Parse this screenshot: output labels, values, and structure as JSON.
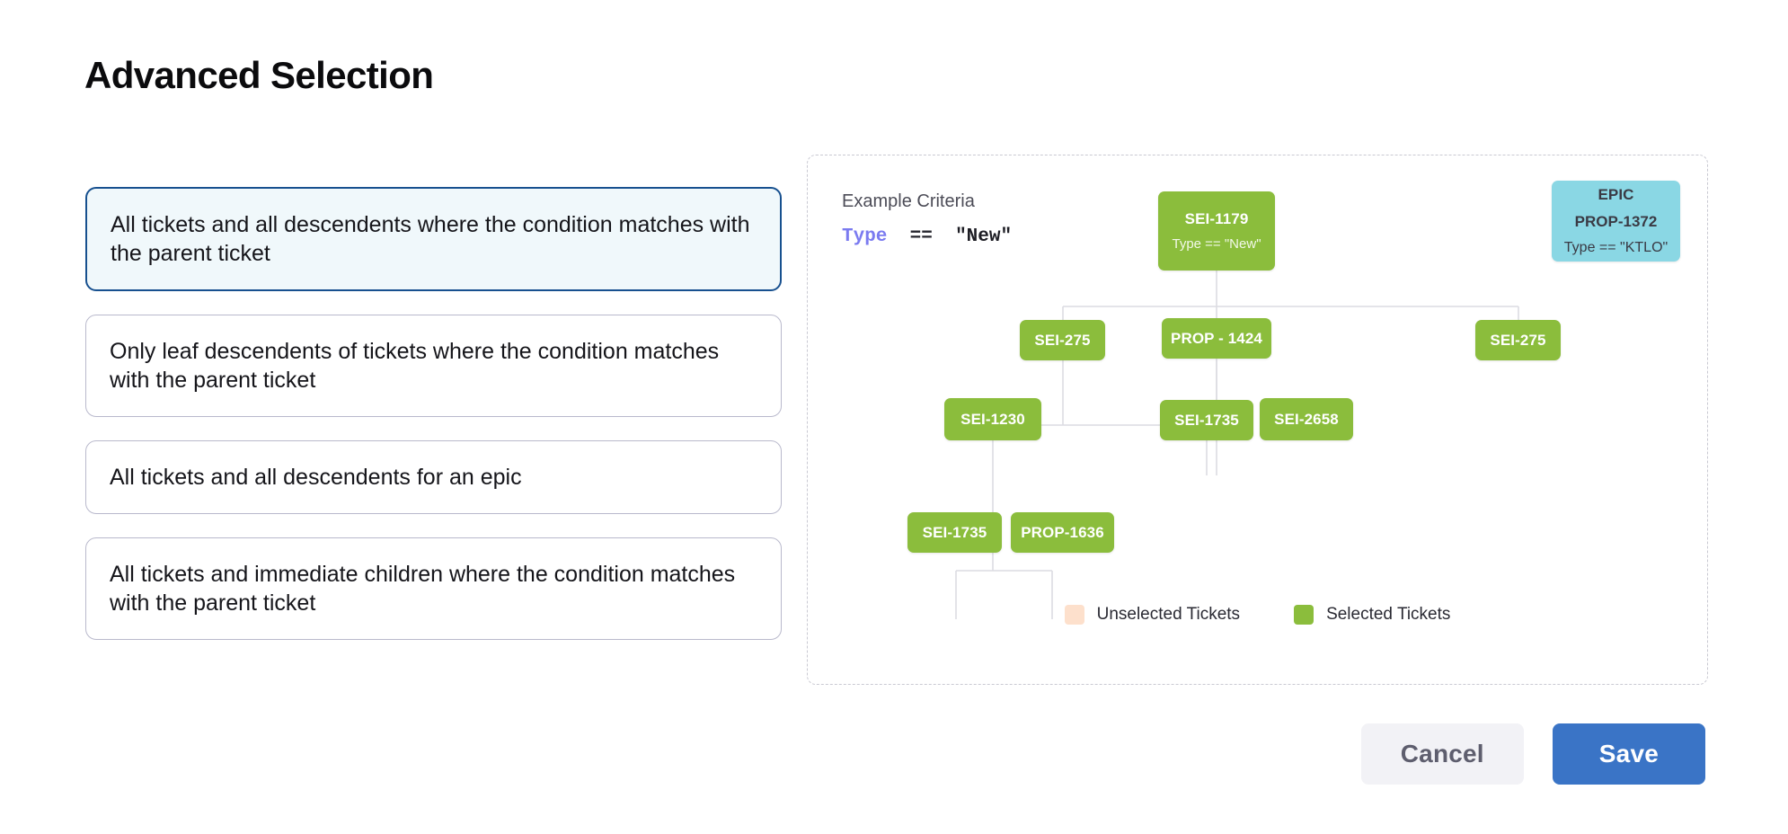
{
  "page": {
    "title": "Advanced Selection"
  },
  "options": [
    {
      "label": "All tickets and all descendents where the condition matches with the parent ticket",
      "selected": true
    },
    {
      "label": "Only leaf descendents of tickets where the condition matches with the parent ticket",
      "selected": false
    },
    {
      "label": "All tickets and all descendents for an epic",
      "selected": false
    },
    {
      "label": "All tickets and immediate children where the condition matches with the parent ticket",
      "selected": false
    }
  ],
  "diagram": {
    "criteria_title": "Example Criteria",
    "criteria_field": "Type",
    "criteria_operator": "==",
    "criteria_value": "\"New\"",
    "nodes": {
      "root": {
        "id": "SEI-1179",
        "sub": "Type == \"New\""
      },
      "epic": {
        "kind": "EPIC",
        "id": "PROP-1372",
        "sub": "Type == \"KTLO\""
      },
      "child1": {
        "id": "SEI-275"
      },
      "child2": {
        "id": "PROP - 1424"
      },
      "child3": {
        "id": "SEI-275"
      },
      "gchild1": {
        "id": "SEI-1230"
      },
      "gchild2": {
        "id": "SEI-1735"
      },
      "gchild3": {
        "id": "SEI-2658"
      },
      "ggchild1": {
        "id": "SEI-1735"
      },
      "ggchild2": {
        "id": "PROP-1636"
      }
    },
    "legend": [
      {
        "label": "Unselected Tickets",
        "color": "#fde0cc"
      },
      {
        "label": "Selected Tickets",
        "color": "#8bbd3c"
      }
    ]
  },
  "footer": {
    "cancel_label": "Cancel",
    "save_label": "Save"
  },
  "colors": {
    "selected_node": "#8bbd3c",
    "epic_node": "#8ad7e4",
    "unselected_node": "#fde0cc",
    "accent_blue": "#3a74c6",
    "selected_card_border": "#17508f",
    "selected_card_bg": "#f0f8fb"
  }
}
